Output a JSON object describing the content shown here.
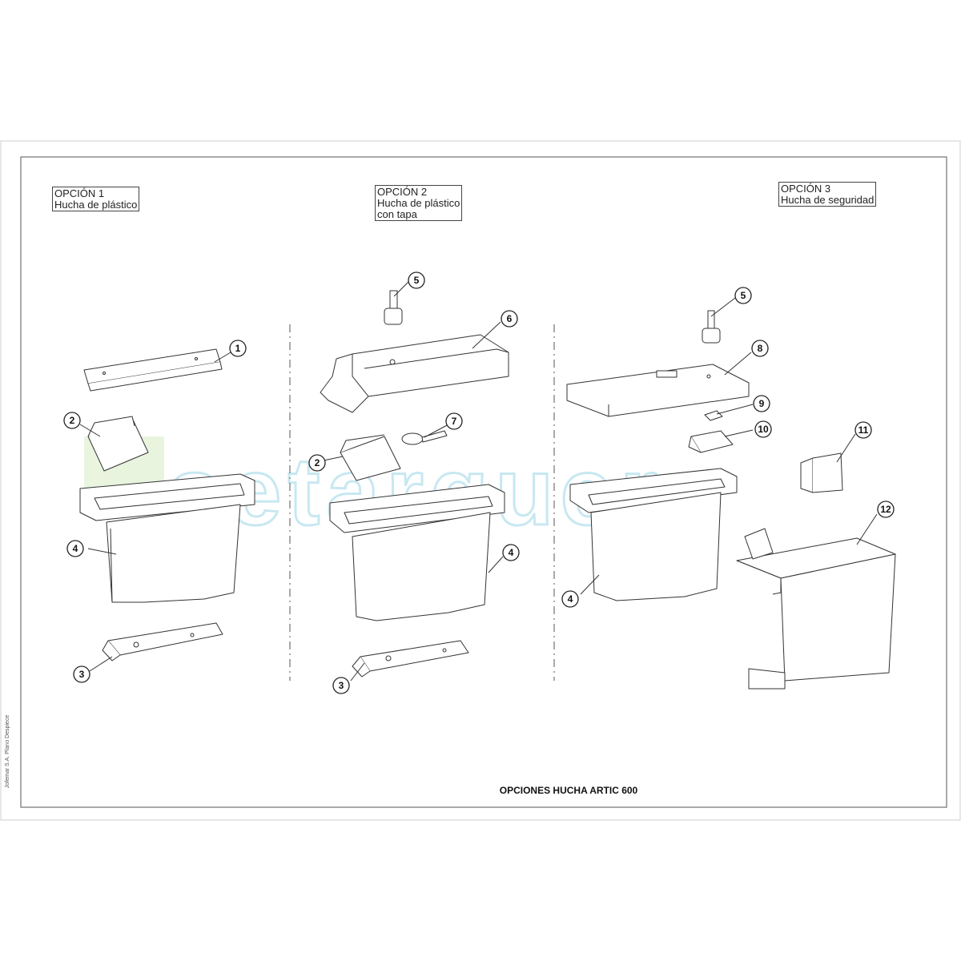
{
  "options": [
    {
      "title": "OPCIÓN 1",
      "lines": [
        "Hucha de plástico"
      ]
    },
    {
      "title": "OPCIÓN 2",
      "lines": [
        "Hucha de plástico",
        "con tapa"
      ]
    },
    {
      "title": "OPCIÓN 3",
      "lines": [
        "Hucha de seguridad"
      ]
    }
  ],
  "drawing_title": "OPCIONES HUCHA ARTIC 600",
  "side_note": "Jofemar S.A. Plano Despiece",
  "watermark": "setarguer",
  "callouts": {
    "c1": "1",
    "c2a": "2",
    "c3a": "3",
    "c4a": "4",
    "c5b": "5",
    "c6": "6",
    "c2b": "2",
    "c7": "7",
    "c4b": "4",
    "c3b": "3",
    "c5c": "5",
    "c8": "8",
    "c9": "9",
    "c10": "10",
    "c11": "11",
    "c12": "12",
    "c4c": "4"
  },
  "colors": {
    "line": "#333333",
    "watermark": "#9bd6e6",
    "highlight": "#d8ecc4"
  }
}
